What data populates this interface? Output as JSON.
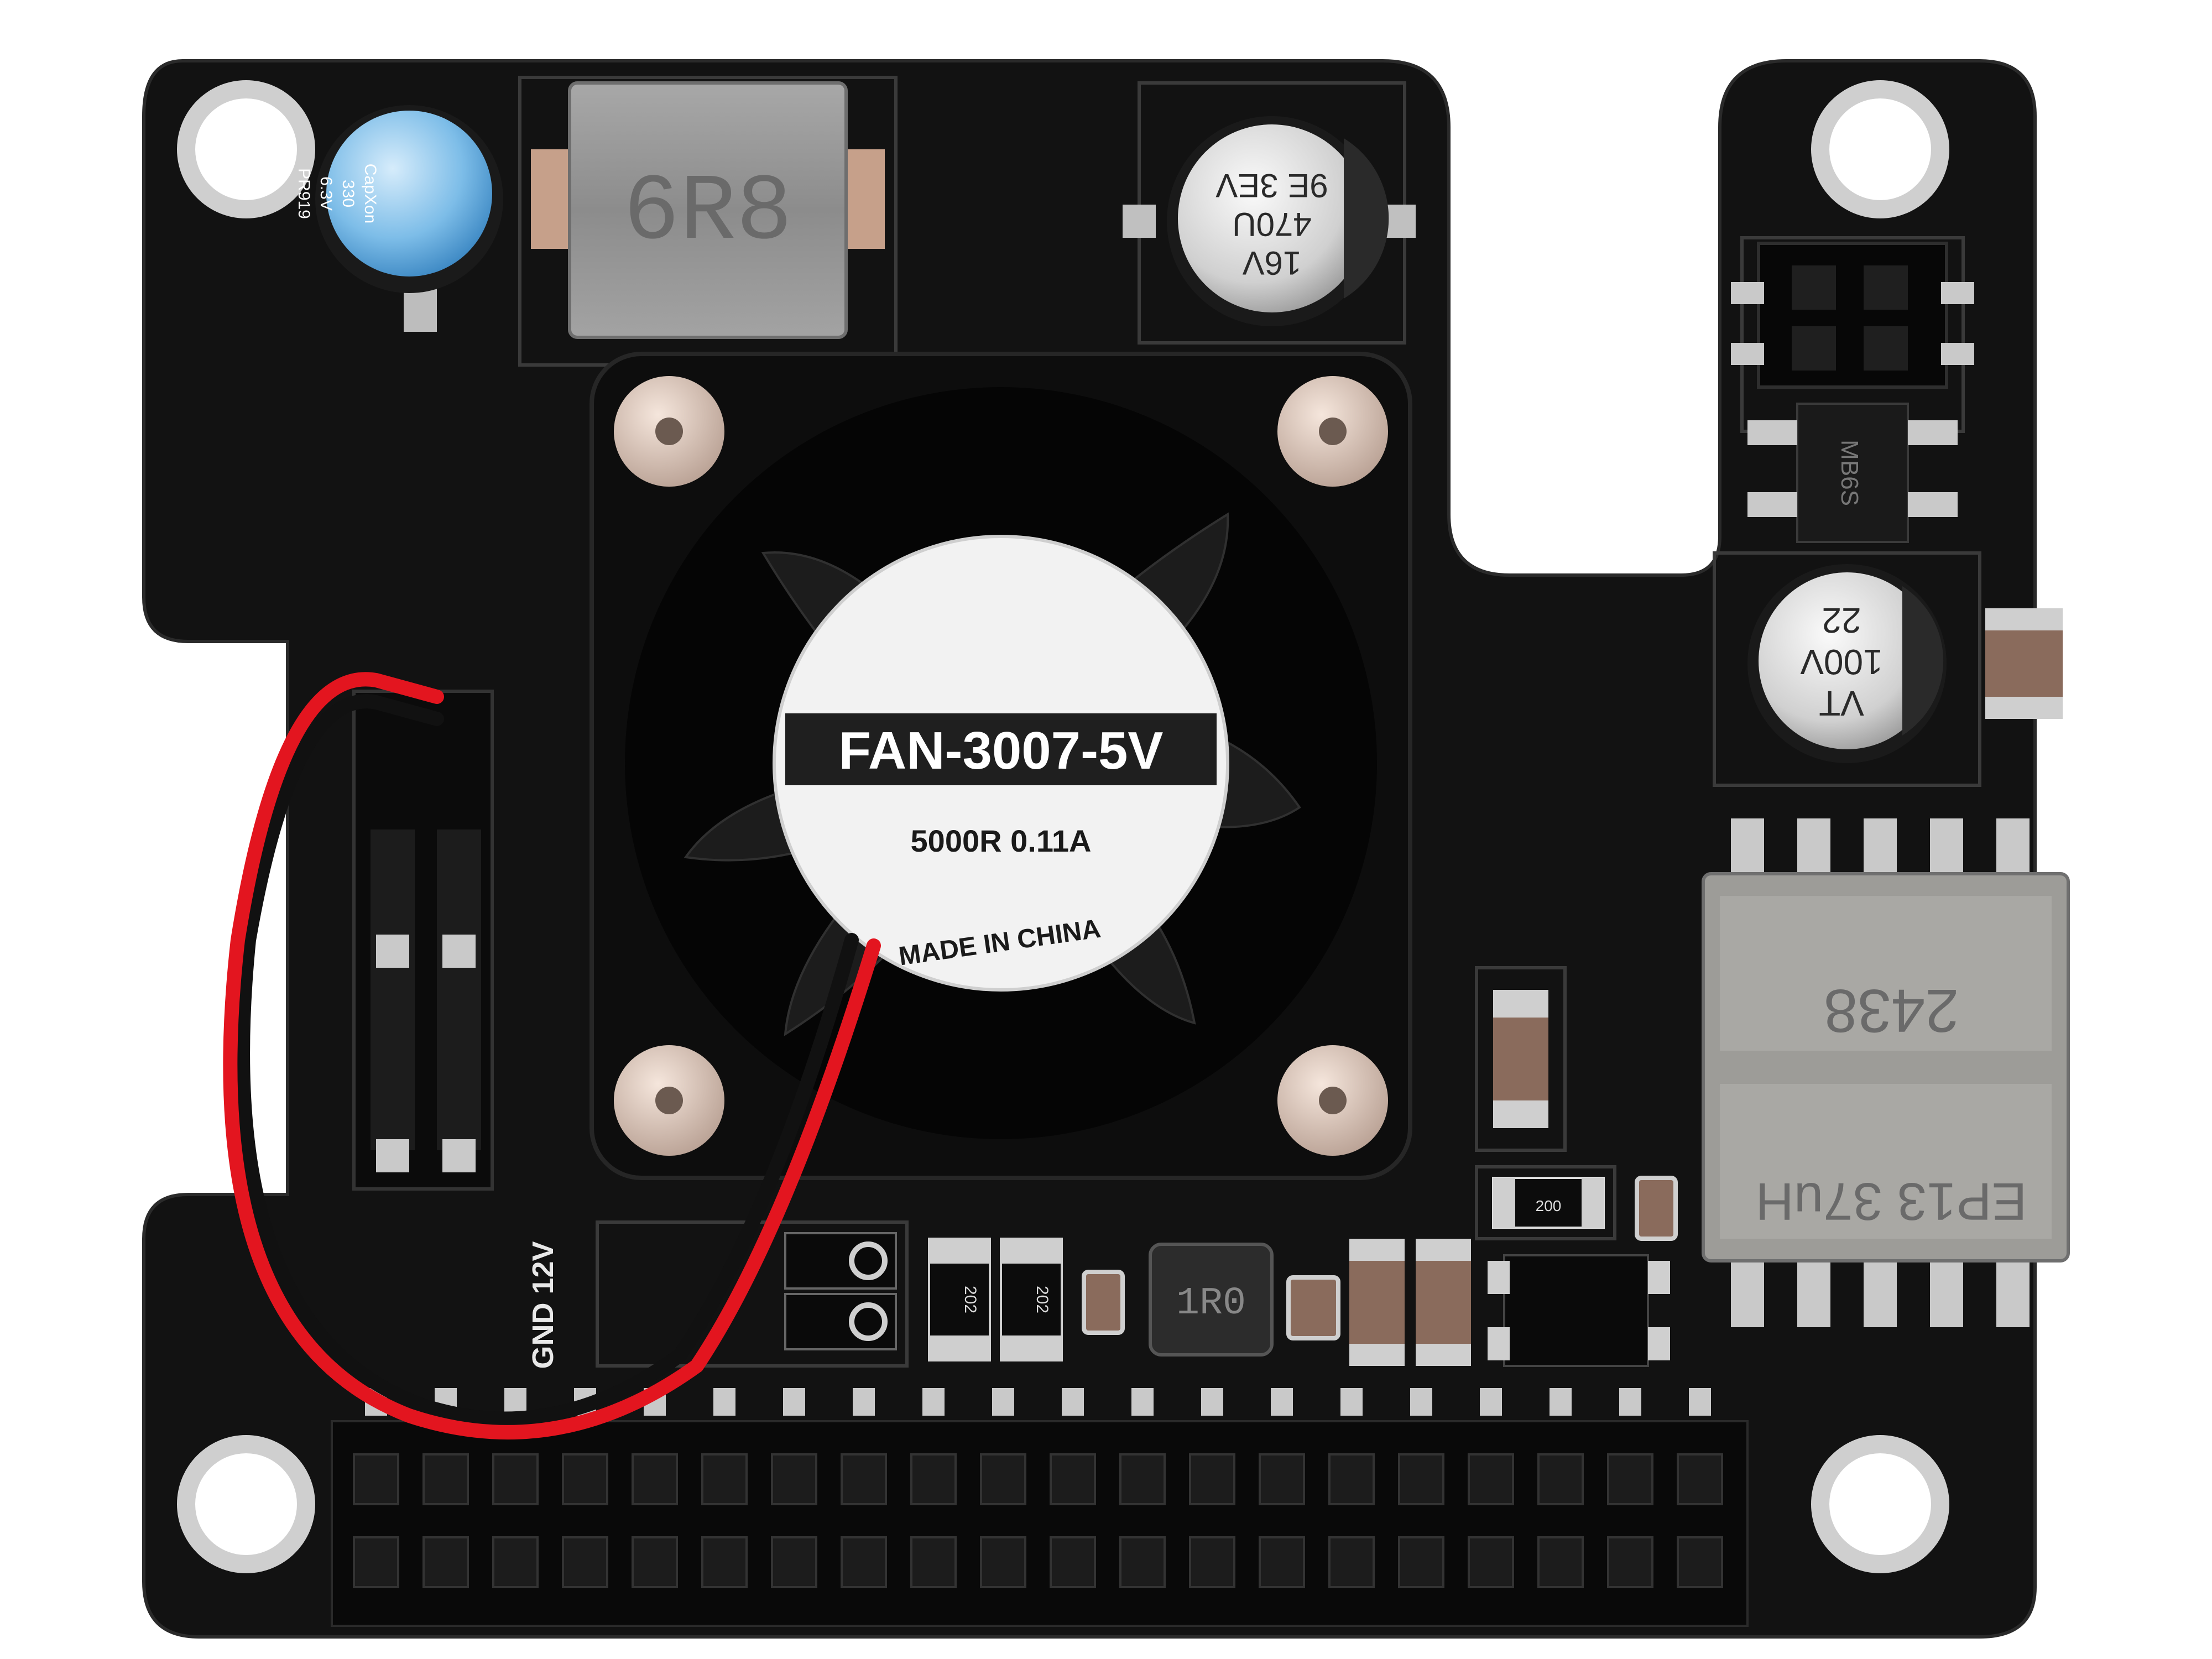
{
  "product": {
    "fan_model": "FAN-3007-5V",
    "fan_specs": "5000R  0.11A",
    "fan_origin": "MADE IN CHINA",
    "power_label": "GND 12V"
  },
  "components": {
    "inductor_large": "6R8",
    "inductor_small": "1R0",
    "cap_blue_line1": "CapXon",
    "cap_blue_line2": "330",
    "cap_blue_line3": "6.3V",
    "cap_blue_line4": "PR919",
    "cap_top_line1": "16V",
    "cap_top_line2": "470U",
    "cap_top_line3": "9E  3EV",
    "cap_right_line1": "VT",
    "cap_right_line2": "100V",
    "cap_right_line3": "22",
    "transformer_line1": "2438",
    "transformer_line2": "EP13 37uH",
    "bridge_label": "MB6S",
    "resistor_a": "202",
    "resistor_b": "202",
    "resistor_c": "200"
  },
  "colors": {
    "board": "#121212",
    "silkscreen": "#e8e8e8",
    "wire_red": "#e3151f",
    "wire_black": "#111111",
    "pad": "#c9c9c9",
    "cap_blue": "#5aa9dc"
  },
  "header": {
    "columns": 20,
    "rows": 2
  }
}
